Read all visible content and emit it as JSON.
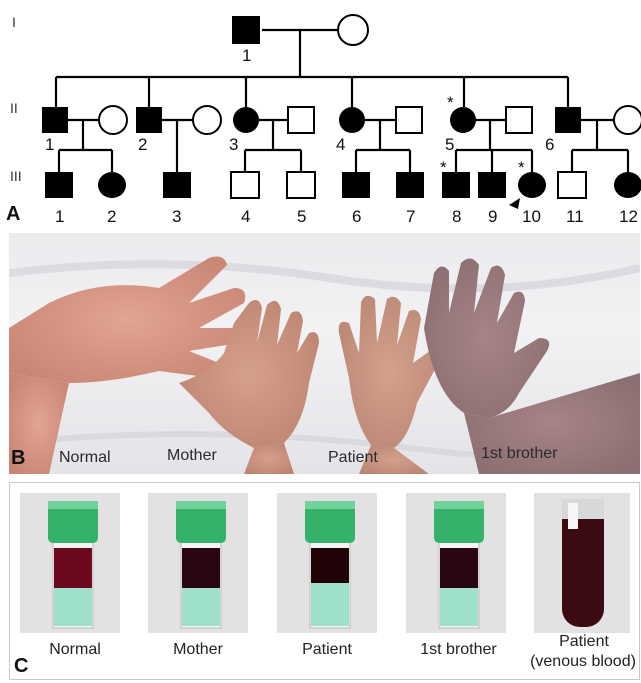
{
  "panels": {
    "a": "A",
    "b": "B",
    "c": "C"
  },
  "generations": [
    "I",
    "II",
    "III"
  ],
  "gen1": {
    "indices": [
      "1"
    ]
  },
  "gen2": {
    "indices": [
      "1",
      "2",
      "3",
      "4",
      "5",
      "6"
    ],
    "asterisk": "*"
  },
  "gen3": {
    "indices": [
      "1",
      "2",
      "3",
      "4",
      "5",
      "6",
      "7",
      "8",
      "9",
      "10",
      "11",
      "12"
    ]
  },
  "hands": [
    "Normal",
    "Mother",
    "Patient",
    "1st brother"
  ],
  "tubes": [
    "Normal",
    "Mother",
    "Patient",
    "1st brother",
    "Patient",
    "(venous blood)"
  ],
  "colors": {
    "affected": "#000000",
    "cap": "#34b26a",
    "blood": "#2a0610",
    "blood_normal": "#6a0a1c",
    "label": "#9fe0cc"
  }
}
